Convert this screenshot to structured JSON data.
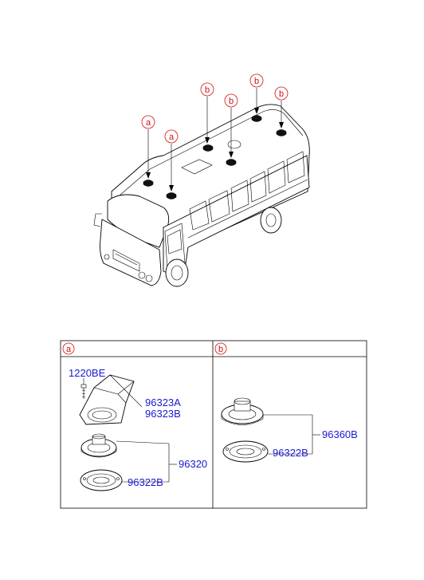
{
  "overview": {
    "callouts": [
      {
        "letter": "a"
      },
      {
        "letter": "a"
      },
      {
        "letter": "b"
      },
      {
        "letter": "b"
      },
      {
        "letter": "b"
      },
      {
        "letter": "b"
      }
    ]
  },
  "panels": {
    "a": {
      "label": "a",
      "parts": {
        "screw": "1220BE",
        "cover_1": "96323A",
        "cover_2": "96323B",
        "speaker": "96320",
        "bracket": "96322B"
      }
    },
    "b": {
      "label": "b",
      "parts": {
        "speaker": "96360B",
        "bracket": "96322B"
      }
    }
  },
  "colors": {
    "part_number": "#1a1ad0",
    "callout": "#d01010",
    "line": "#000000"
  }
}
